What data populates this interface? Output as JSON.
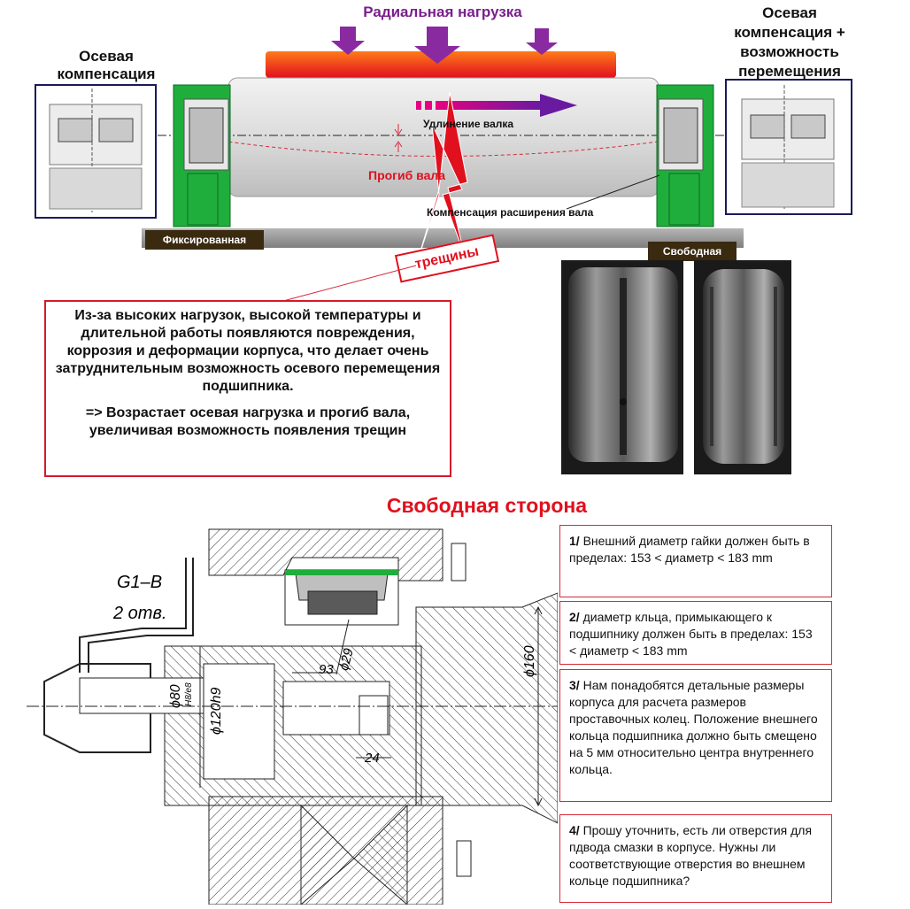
{
  "top": {
    "radial_load": "Радиальная нагрузка",
    "axial_left": "Осевая компенсация",
    "axial_right": "Осевая компенсация + возможность перемещения",
    "roll_elongation": "Удлинение валка",
    "shaft_deflection": "Прогиб вала",
    "shaft_expansion": "Компенсация расширения вала",
    "fixed": "Фиксированная",
    "free": "Свободная",
    "cracks": "трещины"
  },
  "callout": {
    "paragraph1": "Из-за высоких нагрузок, высокой температуры и длительной работы появляются повреждения, коррозия и деформации корпуса, что делает очень затруднительным возможность осевого перемещения подшипника.",
    "paragraph2": "=> Возрастает осевая нагрузка и прогиб вала, увеличивая возможность появления трещин"
  },
  "section_title": "Свободная сторона",
  "drawing": {
    "g1": "G1–B",
    "holes": "2 отв.",
    "d80": "ϕ80",
    "d80_tol": "H8/e8",
    "d120": "ϕ120h9",
    "d160": "ϕ160",
    "d29": "ϕ29",
    "dim93": "93",
    "dim24": "24"
  },
  "notes": [
    {
      "num": "1/",
      "text": "Внешний  диаметр гайки должен быть в пределах: 153 < диаметр  < 183 mm"
    },
    {
      "num": "2/",
      "text": "диаметр кльца, примыкающего к подшипнику  должен быть в пределах: 153 < диаметр  < 183 mm"
    },
    {
      "num": "3/",
      "text": "Нам понадобятся детальные размеры корпуса для расчета размеров проставочных колец. Положение внешнего кольца подшипника  должно быть смещено  на 5 мм относительно  центра внутреннего  кольца."
    },
    {
      "num": "4/",
      "text": "Прошу уточнить,  есть ли отверстия для пдвода смазки в корпусе. Нужны ли соответствующие отверстия во внешнем  кольце подшипника?"
    }
  ],
  "colors": {
    "accent_red": "#e0101e",
    "housing_green": "#1fae3c",
    "radial_purple": "#7a1f8c",
    "roller_gradient_top": "#ff6a1a",
    "base_gray": "#8f8f8f"
  }
}
